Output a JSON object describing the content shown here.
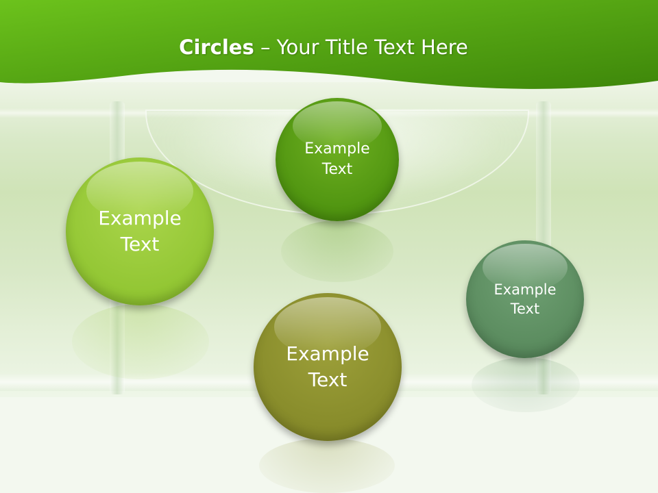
{
  "slide": {
    "title_bold": "Circles",
    "title_rest": " – Your Title Text Here"
  },
  "circles": [
    {
      "line1": "Example",
      "line2": "Text",
      "color": "#5a9c14"
    },
    {
      "line1": "Example",
      "line2": "Text",
      "color": "#97c93a"
    },
    {
      "line1": "Example",
      "line2": "Text",
      "color": "#5e8f63"
    },
    {
      "line1": "Example",
      "line2": "Text",
      "color": "#8a8f2c"
    }
  ],
  "colors": {
    "header_green_dark": "#3f8a0a",
    "header_green_light": "#6db51b",
    "background": "#f3f8ef"
  }
}
